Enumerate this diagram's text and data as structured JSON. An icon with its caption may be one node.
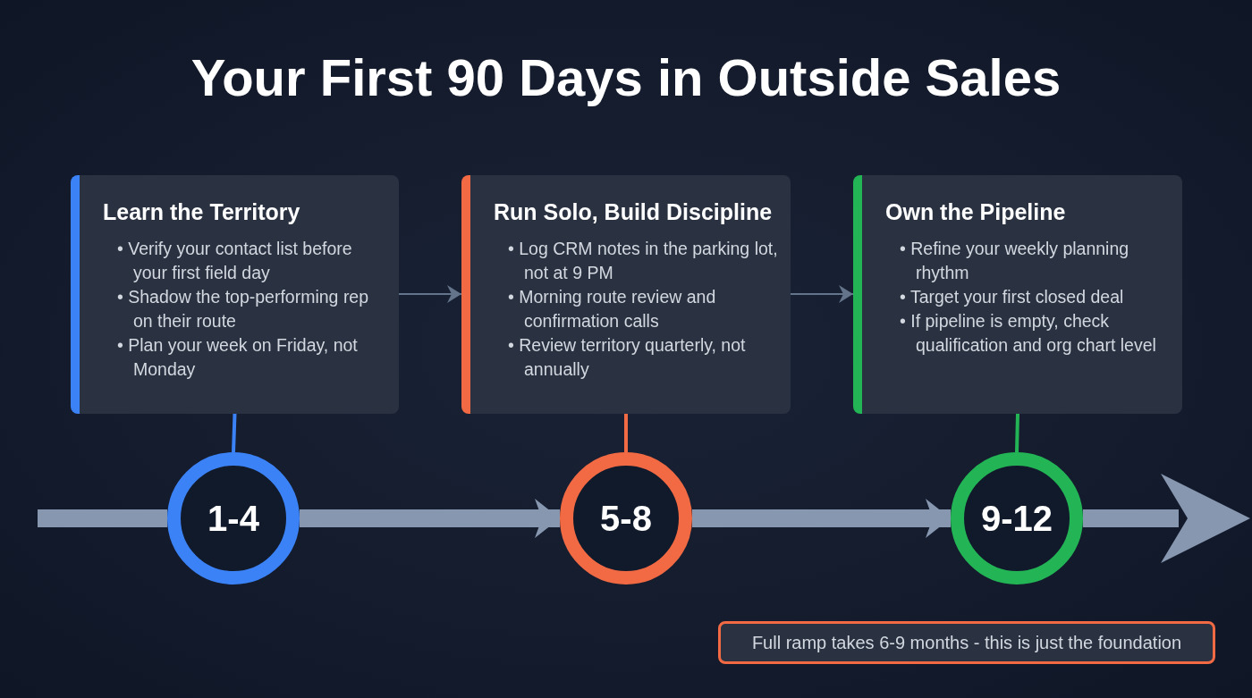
{
  "diagram": {
    "title": "Your First 90 Days in Outside Sales",
    "nodes": [
      {
        "text": [
          "Learn the Territory",
          "• Verify your contact list before your first field day",
          "• Shadow the top-performing rep on their route",
          "• Plan your week on Friday, not Monday"
        ]
      },
      {
        "text": [
          "Run Solo, Build Discipline",
          "• Log CRM notes in the parking lot, not at 9 PM",
          "• Morning route review and confirmation calls",
          "• Review territory quarterly, not annually"
        ]
      },
      {
        "text": [
          "Own the Pipeline",
          "• Refine your weekly planning rhythm",
          "• Target your first closed deal",
          "• If pipeline is empty, check qualification and org chart level"
        ]
      },
      {
        "text": [
          "1-4"
        ]
      },
      {
        "text": [
          "5-8"
        ]
      },
      {
        "text": [
          "9-12"
        ]
      },
      {
        "text": [
          "Full ramp takes 6-9 months - this is just the foundation"
        ]
      }
    ],
    "edges": [
      {
        "from": 0,
        "to": 1,
        "arrow": "to",
        "color": "#64748b"
      },
      {
        "from": 1,
        "to": 2,
        "arrow": "to",
        "color": "#64748b"
      },
      {
        "from": 0,
        "to": 3,
        "arrow": "none",
        "color": "#3b82f6"
      },
      {
        "from": 1,
        "to": 4,
        "arrow": "none",
        "color": "#f26a43"
      },
      {
        "from": 2,
        "to": 5,
        "arrow": "none",
        "color": "#22b455"
      },
      {
        "from": null,
        "to": 3,
        "arrow": "none",
        "style": "thick"
      },
      {
        "from": 3,
        "to": 4,
        "arrow": "to",
        "style": "thick"
      },
      {
        "from": 4,
        "to": 5,
        "arrow": "to",
        "style": "thick"
      },
      {
        "from": 5,
        "to": null,
        "arrow": "to",
        "style": "thick"
      }
    ]
  }
}
